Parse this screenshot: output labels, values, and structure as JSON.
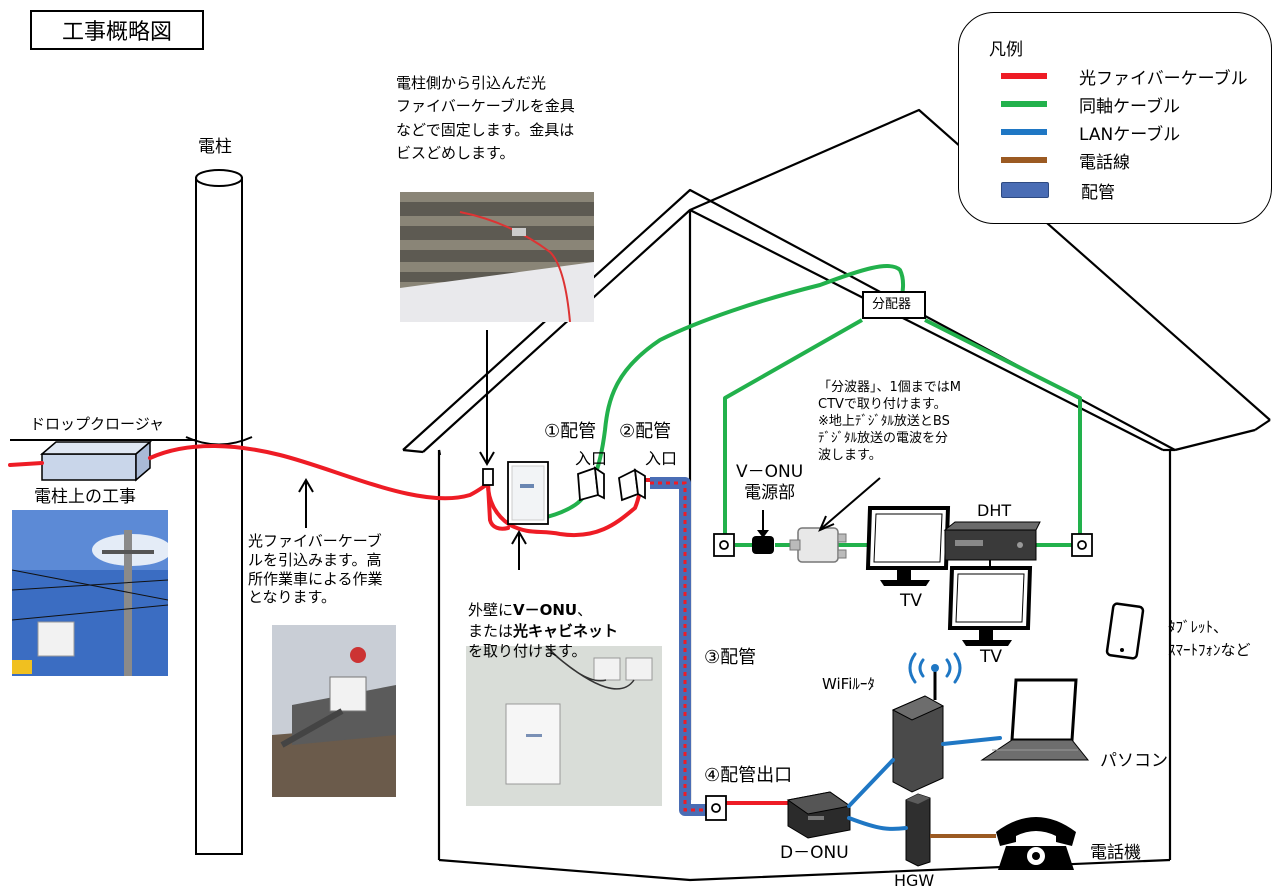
{
  "title": "工事概略図",
  "legend": {
    "title": "凡例",
    "items": [
      {
        "label": "光ファイバーケーブル",
        "color": "#ee1c25"
      },
      {
        "label": "同軸ケーブル",
        "color": "#22b14c"
      },
      {
        "label": "LANケーブル",
        "color": "#1f77c4"
      },
      {
        "label": "電話線",
        "color": "#9b5a22"
      },
      {
        "label": "配管",
        "color": "#4a6db5"
      }
    ]
  },
  "pole": {
    "label": "電柱",
    "work_label": "電柱上の工事",
    "drop_closure_label": "ドロップクロージャ"
  },
  "notes": {
    "fixing_hardware": "電柱側から引込んだ光\nファイバーケーブルを金具\nなどで固定します。金具は\nビスどめします。",
    "fiber_intake": "光ファイバーケーブ\nルを引込みます。高\n所作業車による作業\nとなります。",
    "wall_prefix": "外壁に",
    "wall_strong1": "V－ONU",
    "wall_mid": "、\nまたは",
    "wall_strong2": "光キャビネット",
    "wall_suffix": "\nを取り付けます。",
    "splitter_note": "「分波器」、1個まではM\nCTVで取り付けます。\n※地上ﾃﾞｼﾞﾀﾙ放送とBS\nﾃﾞｼﾞﾀﾙ放送の電波を分\n波します。"
  },
  "pipes": {
    "pipe1": "①配管",
    "pipe1_entry": "入口",
    "pipe2": "②配管",
    "pipe2_entry": "入口",
    "pipe3": "③配管",
    "pipe4": "④配管出口"
  },
  "devices": {
    "distributor": "分配器",
    "vonu_power": "V－ONU\n電源部",
    "dht": "DHT",
    "tv1": "TV",
    "tv2": "TV",
    "wifi_router": "WiFiﾙｰﾀ",
    "pc": "パソコン",
    "tablet": "ﾀﾌﾞﾚｯﾄ、\nｽﾏｰﾄﾌｫﾝなど",
    "donu": "D－ONU",
    "hgw": "HGW",
    "phone": "電話機"
  },
  "colors": {
    "fiber": "#ee1c25",
    "coax": "#22b14c",
    "lan": "#1f77c4",
    "phone_line": "#9b5a22",
    "pipe": "#4a6db5"
  }
}
